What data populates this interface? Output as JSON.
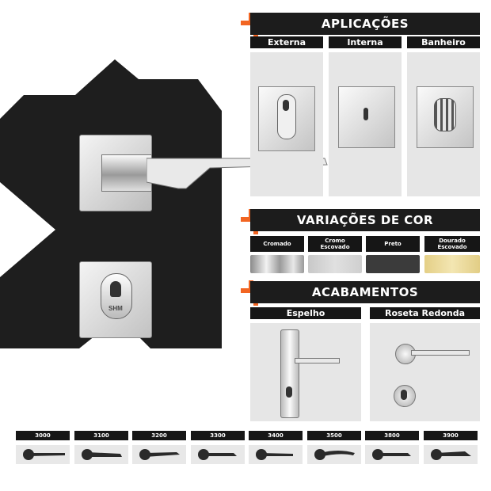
{
  "sections": {
    "aplicacoes": {
      "title": "APLICAÇÕES",
      "items": [
        "Externa",
        "Interna",
        "Banheiro"
      ]
    },
    "variacoes": {
      "title": "VARIAÇÕES DE COR",
      "items": [
        "Cromado",
        "Cromo\nEscovado",
        "Preto",
        "Dourado\nEscovado"
      ]
    },
    "acabamentos": {
      "title": "ACABAMENTOS",
      "items": [
        "Espelho",
        "Roseta Redonda"
      ]
    }
  },
  "product_badge": "SHM",
  "models": [
    "3000",
    "3100",
    "3200",
    "3300",
    "3400",
    "3500",
    "3800",
    "3900"
  ],
  "colors": {
    "accent": "#f26522",
    "dark": "#1c1c1c",
    "cromado": "#b5b5b5",
    "cromo_escovado": "#d2d2d2",
    "preto": "#3a3a3a",
    "dourado": "#e8d590"
  }
}
